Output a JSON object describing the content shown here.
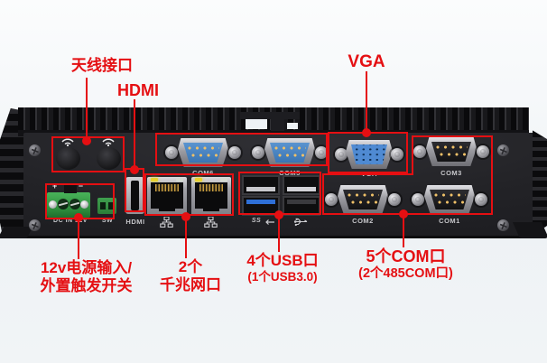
{
  "colors": {
    "annotation_red": "#e50f12",
    "db9_blue": "#4a85c4",
    "vga_blue": "#4f8ad2",
    "usb3_blue": "#2e6fd6",
    "terminal_green": "#2f9643"
  },
  "top_annotations": {
    "antenna": {
      "label": "天线接口"
    },
    "hdmi": {
      "label": "HDMI"
    },
    "vga": {
      "label": "VGA"
    }
  },
  "bottom_annotations": {
    "power": {
      "line1": "12v电源输入/",
      "line2": "外置触发开关"
    },
    "lan": {
      "line1": "2个",
      "line2": "千兆网口"
    },
    "usb": {
      "line1": "4个USB口",
      "line2": "(1个USB3.0)"
    },
    "com": {
      "line1": "5个COM口",
      "line2": "(2个485COM口)"
    }
  },
  "port_labels": {
    "com6": "COM6",
    "com5": "COM5",
    "vga": "VGA",
    "com3": "COM3",
    "com2": "COM2",
    "com1": "COM1",
    "dc_in": "DC IN 12V",
    "sw": "SW",
    "hdmi": "HDMI"
  },
  "terminal_marks": {
    "plus": "+",
    "minus": "−"
  },
  "usb3_mark": "SS"
}
